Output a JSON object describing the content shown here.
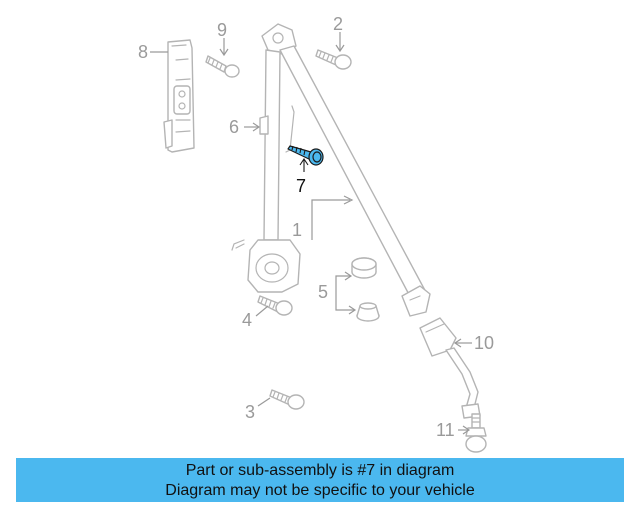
{
  "callouts": {
    "c1": "1",
    "c2": "2",
    "c3": "3",
    "c4": "4",
    "c5": "5",
    "c6": "6",
    "c7": "7",
    "c8": "8",
    "c9": "9",
    "c10": "10",
    "c11": "11"
  },
  "highlight": {
    "part_number": "7",
    "color": "#4bb8ef"
  },
  "banner": {
    "line1": "Part or sub-assembly is #7 in diagram",
    "line2": "Diagram may not be specific to your vehicle",
    "color": "#4bb8ef"
  }
}
